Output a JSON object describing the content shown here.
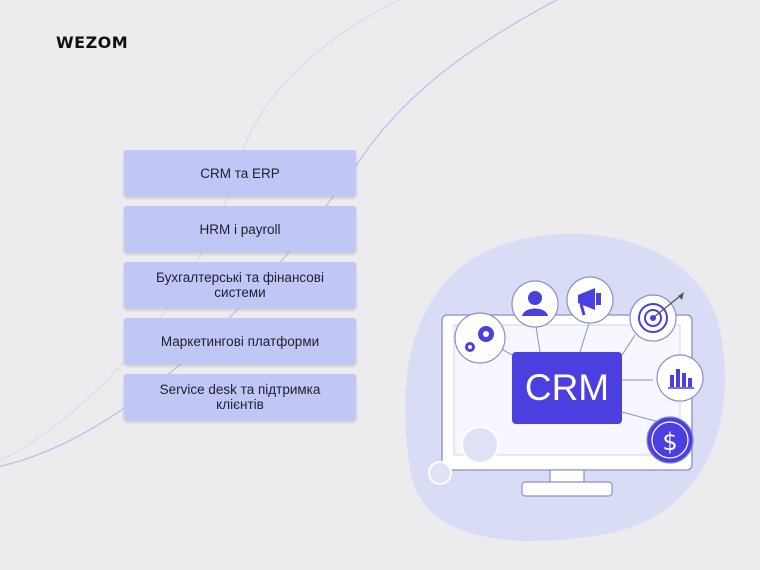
{
  "brand": {
    "logo_text": "WEZOM"
  },
  "items": [
    {
      "label": "CRM та ERP"
    },
    {
      "label": "HRM і payroll"
    },
    {
      "label": "Бухгалтерські та фінансові системи"
    },
    {
      "label": "Маркетингові платформи"
    },
    {
      "label": "Service desk та підтримка клієнтів"
    }
  ],
  "illustration": {
    "screen_label": "CRM",
    "icons": [
      "gears-icon",
      "user-icon",
      "megaphone-icon",
      "target-icon",
      "bar-chart-icon",
      "dollar-icon"
    ]
  },
  "colors": {
    "background": "#ececee",
    "card": "#c0c6f6",
    "accent": "#4b3fe0",
    "blob": "#d9dcf5",
    "curve": "#b9bcef"
  }
}
